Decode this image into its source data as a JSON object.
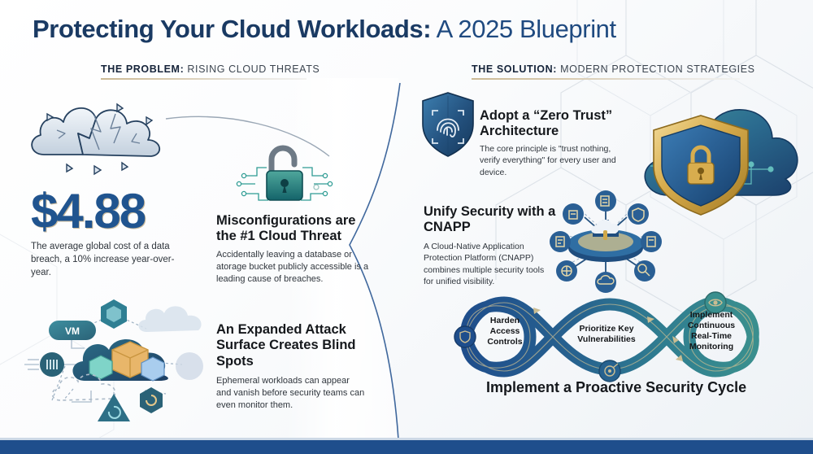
{
  "header": {
    "title_bold": "Protecting Your Cloud Workloads:",
    "title_light": " A 2025 Blueprint",
    "problem_label": "THE PROBLEM:",
    "problem_text": " RISING CLOUD THREATS",
    "solution_label": "THE SOLUTION:",
    "solution_text": " MODERN PROTECTION STRATEGIES"
  },
  "problem": {
    "stat": {
      "value": "$4.88",
      "caption": "The average global cost of a data breach, a 10% increase year-over-year.",
      "icon": "cracked-cloud-icon",
      "color": "#20548f"
    },
    "misconfig": {
      "title": "Misconfigurations are the #1 Cloud Threat",
      "body": "Accidentally leaving a database or atorage bucket publicly accessible is a leading cause of breaches.",
      "icon": "open-padlock-circuit-icon"
    },
    "attack_surface": {
      "title": "An Expanded Attack Surface Creates Blind Spots",
      "body": "Ephemeral workloads can appear and vanish before security teams can even monitor them.",
      "icon": "cloud-workloads-containers-icon",
      "vm_label": "VM"
    }
  },
  "solution": {
    "zero_trust": {
      "title": "Adopt a “Zero Trust” Architecture",
      "body": "The core principle is \"trust nothing, verify everything\" for every user and device.",
      "icon": "shield-fingerprint-icon"
    },
    "cnapp": {
      "title": "Unify Security with a CNAPP",
      "body": "A Cloud-Native Application Protection Platform (CNAPP) combines multiple security tools for unified visibility.",
      "icon": "cnapp-hub-spoke-icon"
    },
    "cloud_shield": {
      "icon": "cloud-gold-shield-lock-icon"
    },
    "cycle": {
      "caption": "Implement a Proactive Security Cycle",
      "icon": "infinity-loop-icon",
      "stages": [
        {
          "label": "Harden Access Controls",
          "icon": "shield-badge-icon",
          "color": "#1f4e8c"
        },
        {
          "label": "Prioritize Key Vulnerabilities",
          "icon": "target-icon",
          "color": "#2b6f91"
        },
        {
          "label": "Implement Continuous Real-Time Monitoring",
          "icon": "eye-icon",
          "color": "#3a8a8c"
        }
      ]
    }
  },
  "theme": {
    "navy": "#1f4e8c",
    "dark_navy": "#1a3a63",
    "teal": "#3a8a8c",
    "gold": "#c9a227",
    "footer": "#1f4e8c"
  }
}
